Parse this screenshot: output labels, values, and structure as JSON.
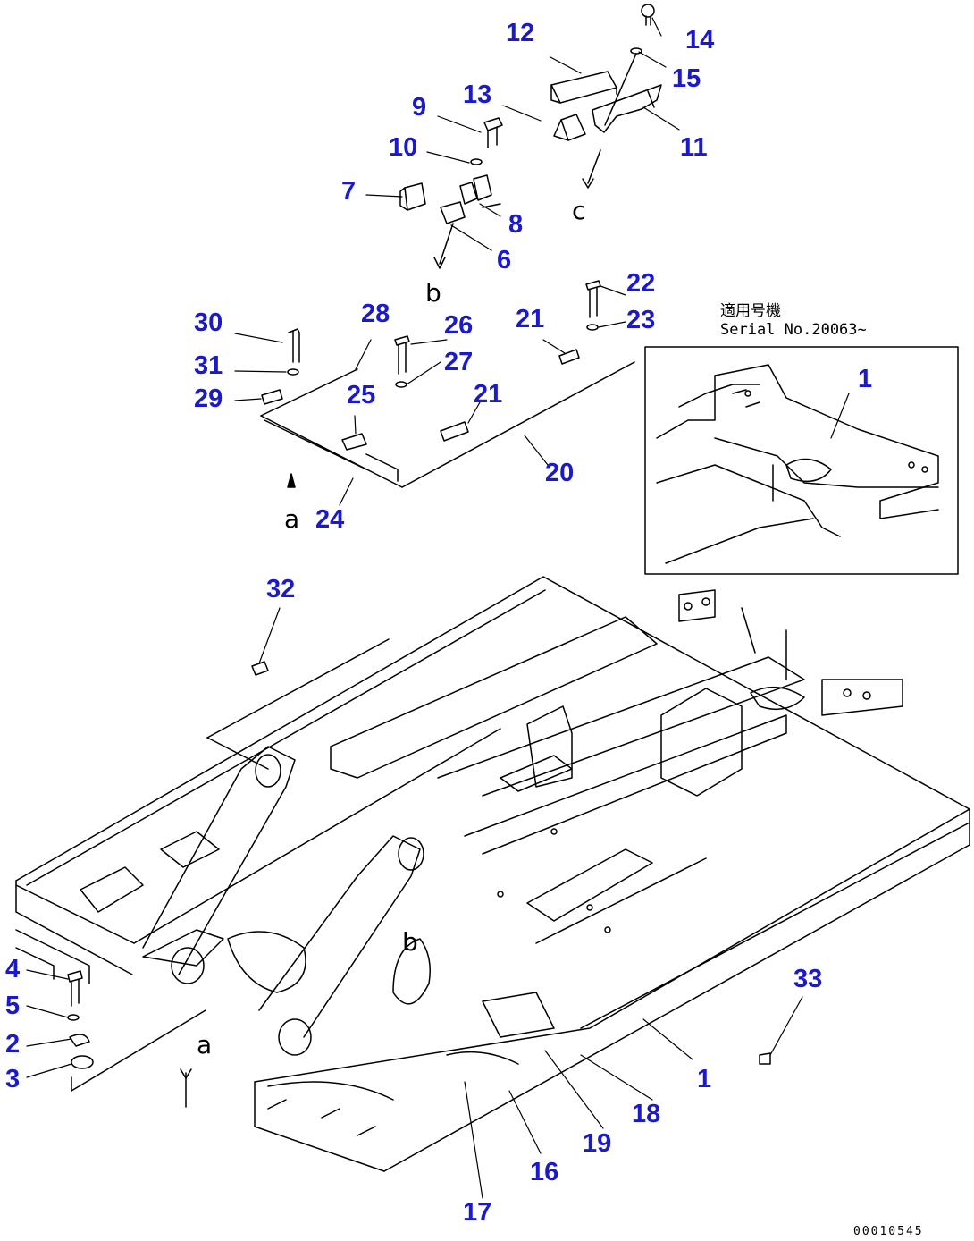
{
  "callouts": {
    "c1": "1",
    "c1b": "1",
    "c2": "2",
    "c3": "3",
    "c4": "4",
    "c5": "5",
    "c6": "6",
    "c7": "7",
    "c8": "8",
    "c9": "9",
    "c10": "10",
    "c11": "11",
    "c12": "12",
    "c13": "13",
    "c14": "14",
    "c15": "15",
    "c16": "16",
    "c17": "17",
    "c18": "18",
    "c19": "19",
    "c20": "20",
    "c21a": "21",
    "c21b": "21",
    "c22": "22",
    "c23": "23",
    "c24": "24",
    "c25": "25",
    "c26": "26",
    "c27": "27",
    "c28": "28",
    "c29": "29",
    "c30": "30",
    "c31": "31",
    "c32": "32",
    "c33": "33"
  },
  "view_letters": {
    "a_top": "a",
    "b_top": "b",
    "c_top": "c",
    "a_bottom": "a",
    "b_bottom": "b"
  },
  "inset": {
    "serial_jp": "適用号機",
    "serial": "Serial No.20063~"
  },
  "document_id": "00010545",
  "colors": {
    "callout": "#1a1acc",
    "line": "#000000",
    "background": "#ffffff"
  }
}
